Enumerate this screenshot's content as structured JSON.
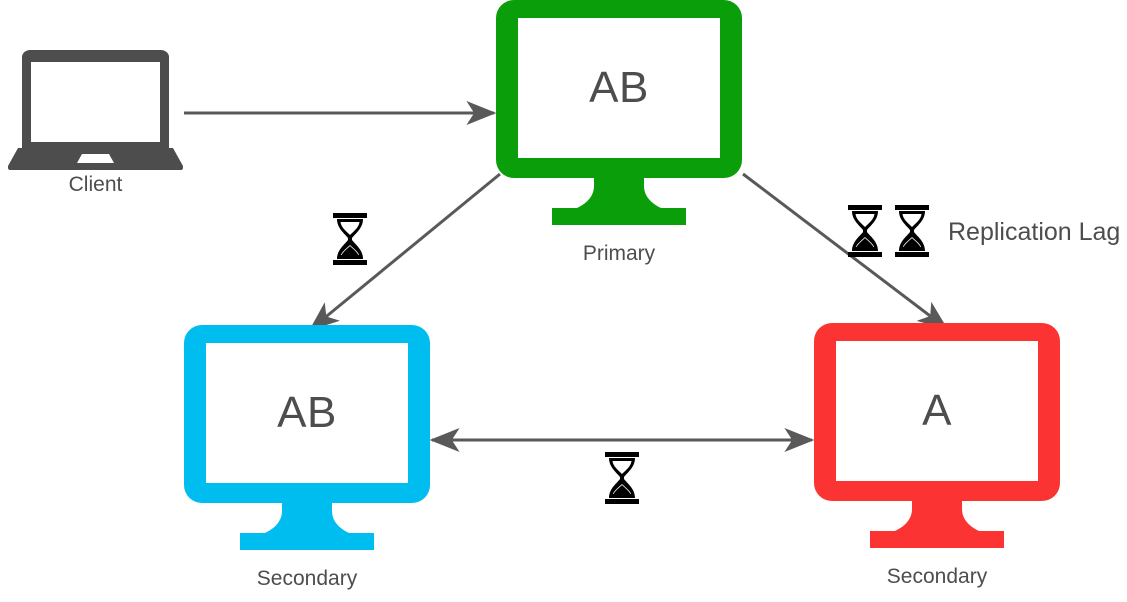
{
  "diagram": {
    "title": "Replication Lag",
    "colors": {
      "primary_green": "#0a9e0a",
      "secondary_blue": "#00bdf0",
      "secondary_red": "#fb3333",
      "client_gray": "#4d4d4d",
      "arrow_gray": "#595959",
      "text_gray": "#4d4d4d",
      "hourglass_black": "#000000",
      "background": "#ffffff"
    }
  },
  "nodes": {
    "client": {
      "caption": "Client",
      "icon": "laptop-icon",
      "color": "#4d4d4d",
      "screen_text": ""
    },
    "primary": {
      "caption": "Primary",
      "icon": "monitor-icon",
      "color": "#0a9e0a",
      "screen_text": "AB"
    },
    "secondary_blue": {
      "caption": "Secondary",
      "icon": "monitor-icon",
      "color": "#00bdf0",
      "screen_text": "AB"
    },
    "secondary_red": {
      "caption": "Secondary",
      "icon": "monitor-icon",
      "color": "#fb3333",
      "screen_text": "A"
    }
  },
  "edges": {
    "client_to_primary": {
      "label": "",
      "arrowheads": "end"
    },
    "primary_to_secondary_blue": {
      "label": "",
      "arrowheads": "end"
    },
    "primary_to_secondary_red": {
      "label": "",
      "arrowheads": "end"
    },
    "secondary_blue_to_secondary_red": {
      "label": "",
      "arrowheads": "both"
    }
  },
  "annotations": {
    "lag_left": {
      "icon": "hourglass-icon",
      "count": 1
    },
    "lag_right": {
      "icon": "hourglass-icon",
      "count": 2,
      "label": "Replication Lag"
    },
    "lag_bottom": {
      "icon": "hourglass-icon",
      "count": 1
    }
  }
}
